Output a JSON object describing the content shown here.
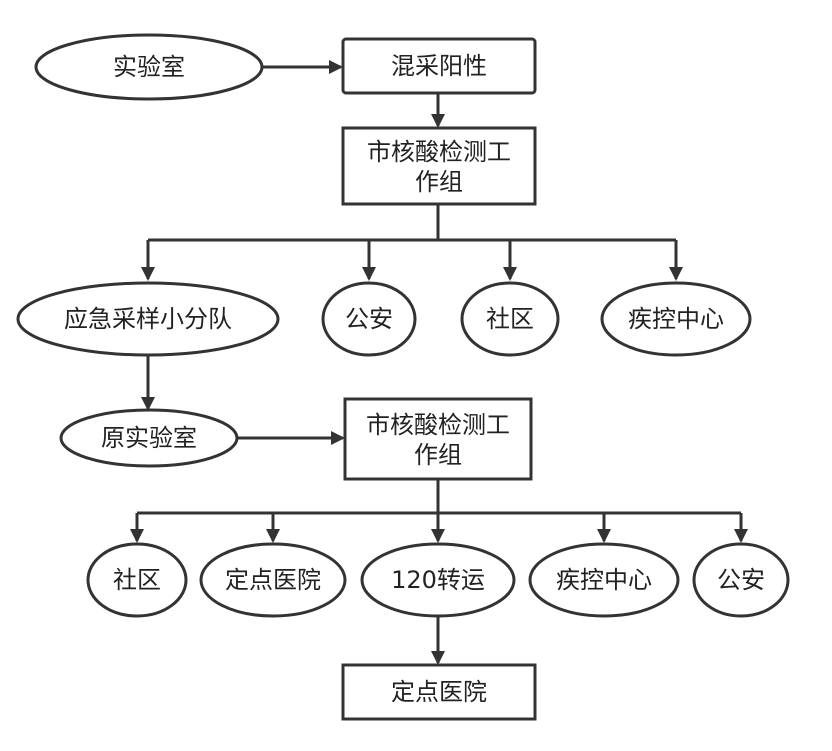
{
  "colors": {
    "stroke": "#333333",
    "fill": "#ffffff",
    "text": "#222222"
  },
  "nodes": {
    "lab": "实验室",
    "mixed_positive": "混采阳性",
    "task_force_1_line1": "市核酸检测工",
    "task_force_1_line2": "作组",
    "emergency_team": "应急采样小分队",
    "police_1": "公安",
    "community_1": "社区",
    "cdc_1": "疾控中心",
    "original_lab": "原实验室",
    "task_force_2_line1": "市核酸检测工",
    "task_force_2_line2": "作组",
    "community_2": "社区",
    "designated_hospital_1": "定点医院",
    "transfer_120": "120转运",
    "cdc_2": "疾控中心",
    "police_2": "公安",
    "designated_hospital_2": "定点医院"
  }
}
